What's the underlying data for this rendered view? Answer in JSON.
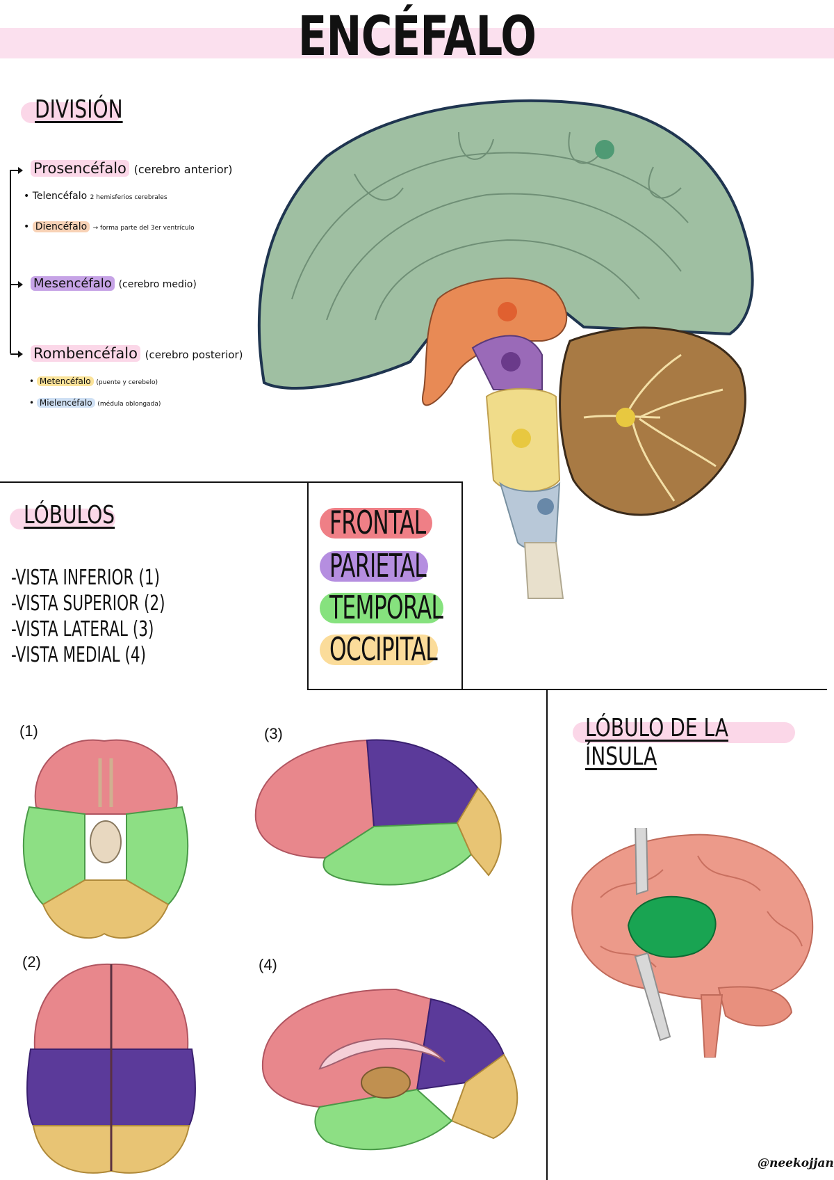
{
  "title": "ENCÉFALO",
  "division": {
    "heading": "DIVISIÓN",
    "items": [
      {
        "name": "Prosencéfalo",
        "desc": "(cerebro anterior)"
      },
      {
        "name": "Telencéfalo",
        "desc": "2 hemisferios cerebrales"
      },
      {
        "name": "Diencéfalo",
        "desc": "→ forma parte del 3er ventrículo"
      },
      {
        "name": "Mesencéfalo",
        "desc": "(cerebro medio)"
      },
      {
        "name": "Rombencéfalo",
        "desc": "(cerebro posterior)"
      },
      {
        "name": "Metencéfalo",
        "desc": "(puente y cerebelo)"
      },
      {
        "name": "Mielencéfalo",
        "desc": "(médula oblongada)"
      }
    ]
  },
  "lobulos": {
    "heading": "LÓBULOS",
    "views": [
      "-VISTA INFERIOR (1)",
      "-VISTA SUPERIOR (2)",
      "-VISTA LATERAL (3)",
      "-VISTA MEDIAL (4)"
    ]
  },
  "legend": [
    {
      "label": "FRONTAL",
      "color": "#ef7f86"
    },
    {
      "label": "PARIETAL",
      "color": "#b58ee0"
    },
    {
      "label": "TEMPORAL",
      "color": "#86e27e"
    },
    {
      "label": "OCCIPITAL",
      "color": "#fbdc9a"
    }
  ],
  "figures": [
    "(1)",
    "(2)",
    "(3)",
    "(4)"
  ],
  "insula": {
    "heading": "LÓBULO DE LA ÍNSULA"
  },
  "colors": {
    "frontal": "#e8878c",
    "parietal": "#5b3a9a",
    "temporal": "#8ddf84",
    "occipital": "#e8c474",
    "insula": "#19a452",
    "cerebrum": "#9fbfa2",
    "diencephalon": "#e88a55",
    "midbrain": "#9a6ab8",
    "pons": "#f0dc8a",
    "cerebellum": "#a87a44"
  },
  "credit": "@neekojjanto"
}
